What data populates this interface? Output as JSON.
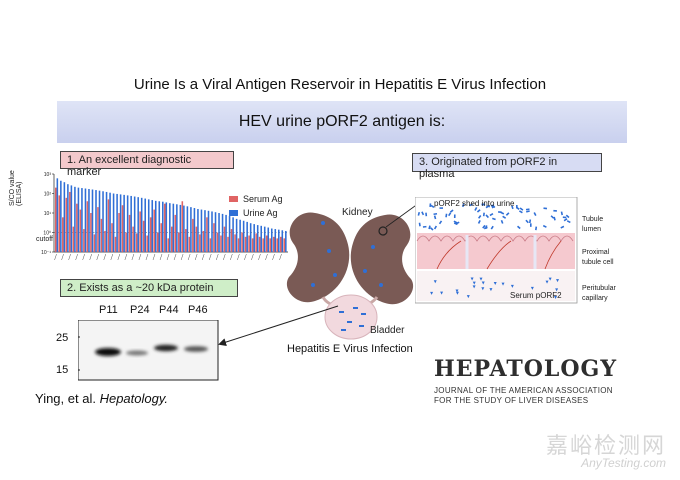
{
  "title": "Urine Is a Viral Antigen Reservoir in Hepatitis E Virus Infection",
  "banner": "HEV urine pORF2 antigen is:",
  "point1": "1. An excellent diagnostic marker",
  "point2": "2. Exists as a ~20 kDa protein",
  "point3": "3. Originated from pORF2 in plasma",
  "chart": {
    "ylabel": "S/CO value (ELISA)",
    "cutoff": "cutoff",
    "legend": [
      {
        "name": "Serum Ag",
        "color": "#e06464"
      },
      {
        "name": "Urine Ag",
        "color": "#2f6fd6"
      }
    ]
  },
  "chart_data": {
    "type": "bar",
    "ylabel": "S/CO value (ELISA)",
    "yscale": "log",
    "yticks": [
      "10³",
      "10²",
      "10¹",
      "10⁰",
      "10⁻¹"
    ],
    "series": [
      {
        "name": "Urine Ag",
        "values": [
          600,
          450,
          380,
          300,
          260,
          220,
          200,
          190,
          180,
          170,
          160,
          150,
          140,
          130,
          120,
          110,
          100,
          95,
          90,
          85,
          80,
          75,
          70,
          65,
          60,
          55,
          50,
          46,
          42,
          40,
          38,
          35,
          32,
          30,
          28,
          26,
          24,
          22,
          20,
          18,
          16,
          15,
          14,
          13,
          12,
          11,
          10,
          9,
          8,
          7,
          6,
          5,
          4.5,
          4,
          3.5,
          3,
          2.7,
          2.4,
          2.2,
          2,
          1.8,
          1.6,
          1.5,
          1.4,
          1.3,
          1.2
        ]
      },
      {
        "name": "Serum Ag",
        "values": [
          200,
          80,
          6,
          60,
          120,
          2,
          30,
          15,
          1.5,
          40,
          10,
          0.8,
          20,
          5,
          1.2,
          50,
          3,
          0.6,
          10,
          25,
          1,
          8,
          2,
          0.9,
          12,
          4,
          0.7,
          6,
          15,
          1,
          3,
          30,
          0.5,
          2,
          8,
          1,
          40,
          1.5,
          0.6,
          5,
          2,
          0.8,
          1.2,
          6,
          0.5,
          3,
          1,
          0.7,
          2,
          0.6,
          1.5,
          0.8,
          0.5,
          1,
          0.6,
          0.7,
          0.5,
          0.9,
          0.6,
          0.5,
          0.7,
          0.5,
          0.6,
          0.5,
          0.6,
          0.5
        ]
      }
    ]
  },
  "blot": {
    "lanes": [
      "P11",
      "P24",
      "P44",
      "P46"
    ],
    "markers": [
      "25",
      "15"
    ]
  },
  "diagram": {
    "kidney": "Kidney",
    "bladder": "Bladder",
    "caption": "Hepatitis E Virus Infection"
  },
  "panel3": {
    "shed": "pORF2 shed into urine",
    "tubule": "Tubule\nlumen",
    "proximal": "Proximal\ntubule cell",
    "serum": "Serum pORF2",
    "capillary": "Peritubular\ncapillary"
  },
  "citation": {
    "authors": "Ying, et al.",
    "journal": "Hepatology."
  },
  "logo": {
    "name": "HEPATOLOGY",
    "line1": "JOURNAL OF THE AMERICAN ASSOCIATION",
    "line2": "FOR THE STUDY OF LIVER DISEASES"
  },
  "watermark": {
    "cn": "嘉峪检测网",
    "en": "AnyTesting.com"
  },
  "colors": {
    "kidney": "#7a5a55",
    "virus": "#2f6fd6",
    "cell_pink": "#f5c9cf"
  }
}
